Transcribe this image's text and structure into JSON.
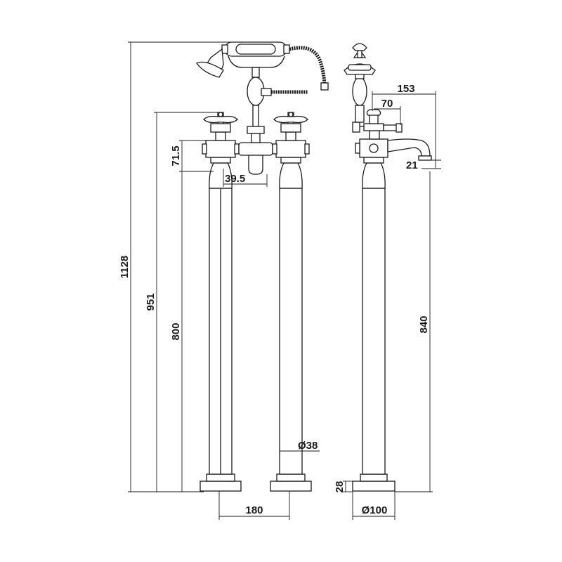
{
  "dimensions": {
    "total_height": "1128",
    "handle_height": "951",
    "column_height": "800",
    "body_height": "71.5",
    "spout_offset": "39.5",
    "pillar_diameter": "Ø38",
    "centres": "180",
    "spout_reach": "153",
    "handle_reach": "70",
    "spout_drop": "21",
    "side_height": "840",
    "base_height": "28",
    "base_diameter": "Ø100"
  }
}
